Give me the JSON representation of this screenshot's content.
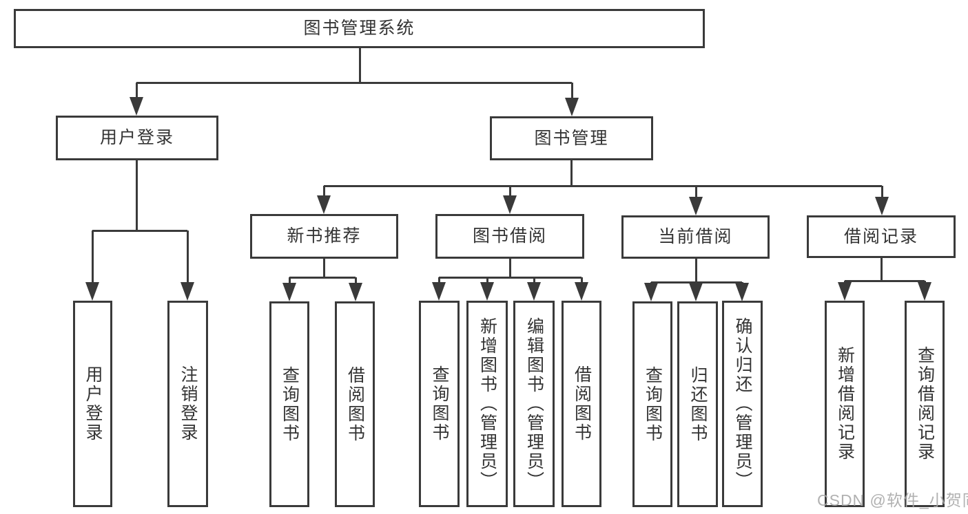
{
  "diagram": {
    "root": {
      "label": "图书管理系统"
    },
    "level2": {
      "user_login": {
        "label": "用户登录"
      },
      "book_mgmt": {
        "label": "图书管理"
      }
    },
    "level3": {
      "new_book": {
        "label": "新书推荐"
      },
      "book_borrow": {
        "label": "图书借阅"
      },
      "current_borrow": {
        "label": "当前借阅"
      },
      "borrow_record": {
        "label": "借阅记录"
      }
    },
    "leaves": {
      "user_login_1": {
        "label": "用户登录"
      },
      "user_login_2": {
        "label": "注销登录"
      },
      "new_book_1": {
        "label": "查询图书"
      },
      "new_book_2": {
        "label": "借阅图书"
      },
      "book_borrow_1": {
        "label": "查询图书"
      },
      "book_borrow_2": {
        "label": "新增图书（管理员）"
      },
      "book_borrow_3": {
        "label": "编辑图书（管理员）"
      },
      "book_borrow_4": {
        "label": "借阅图书"
      },
      "current_1": {
        "label": "查询图书"
      },
      "current_2": {
        "label": "归还图书"
      },
      "current_3": {
        "label": "确认归还（管理员）"
      },
      "record_1": {
        "label": "新增借阅记录"
      },
      "record_2": {
        "label": "查询借阅记录"
      }
    },
    "watermark": "CSDN @软件_小贺同学",
    "colors": {
      "line": "#3a3a3a",
      "text": "#333333",
      "watermark": "#a8a8a8",
      "background": "#ffffff"
    }
  }
}
